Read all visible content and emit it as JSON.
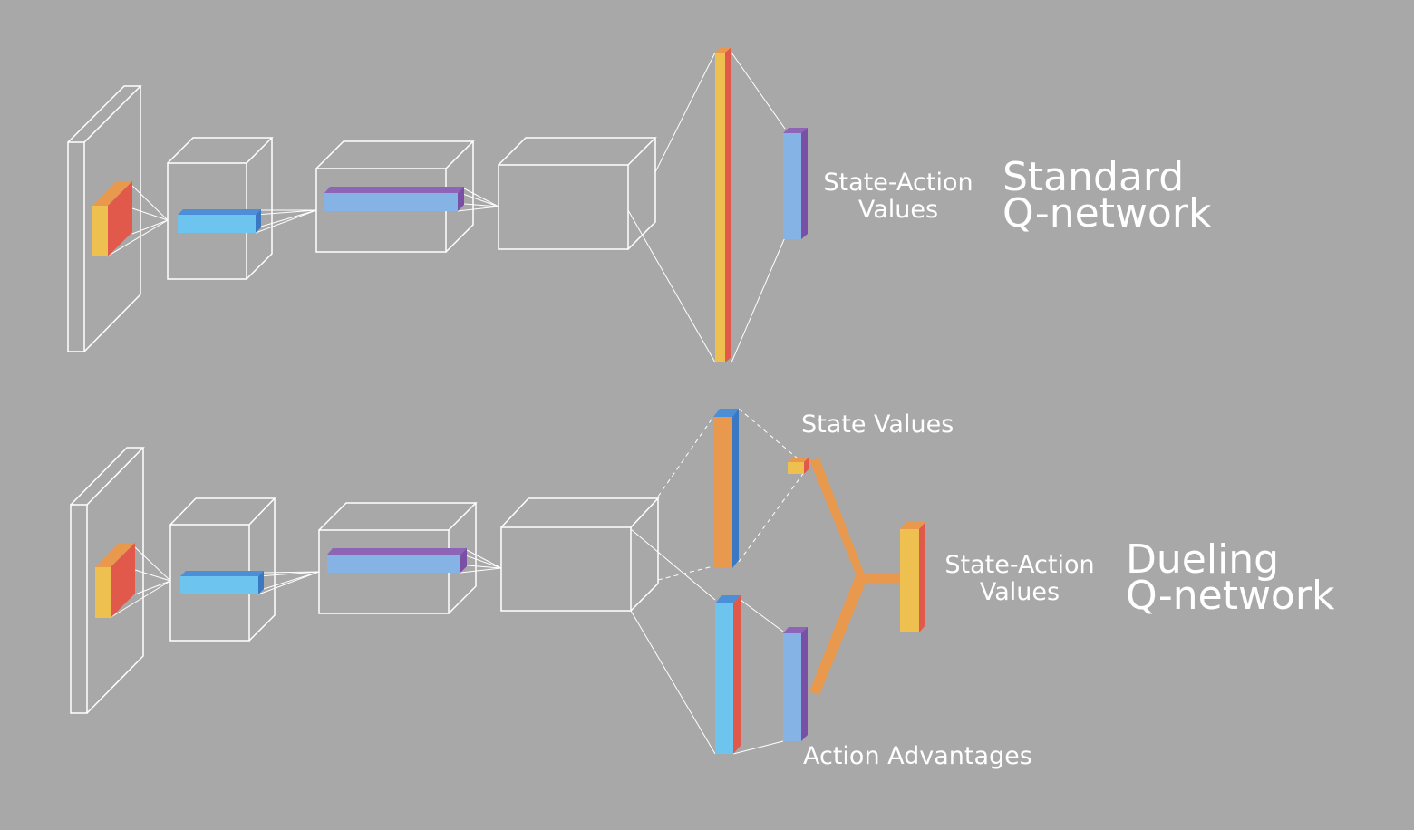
{
  "standard": {
    "output_label": [
      "State-Action",
      "Values"
    ],
    "title": [
      "Standard",
      "Q-network"
    ]
  },
  "dueling": {
    "state_values_label": "State Values",
    "action_advantages_label": "Action Advantages",
    "output_label": [
      "State-Action",
      "Values"
    ],
    "title": [
      "Dueling",
      "Q-network"
    ]
  },
  "colors": {
    "background": "#a8a8a8",
    "wireframe": "#ffffff",
    "yellow": "#eec04f",
    "red": "#e0594b",
    "blue": "#4c8fd6",
    "light_blue": "#6cc4ef",
    "periwinkle": "#86b3e6",
    "purple": "#8e64b6",
    "orange": "#e8994e"
  }
}
